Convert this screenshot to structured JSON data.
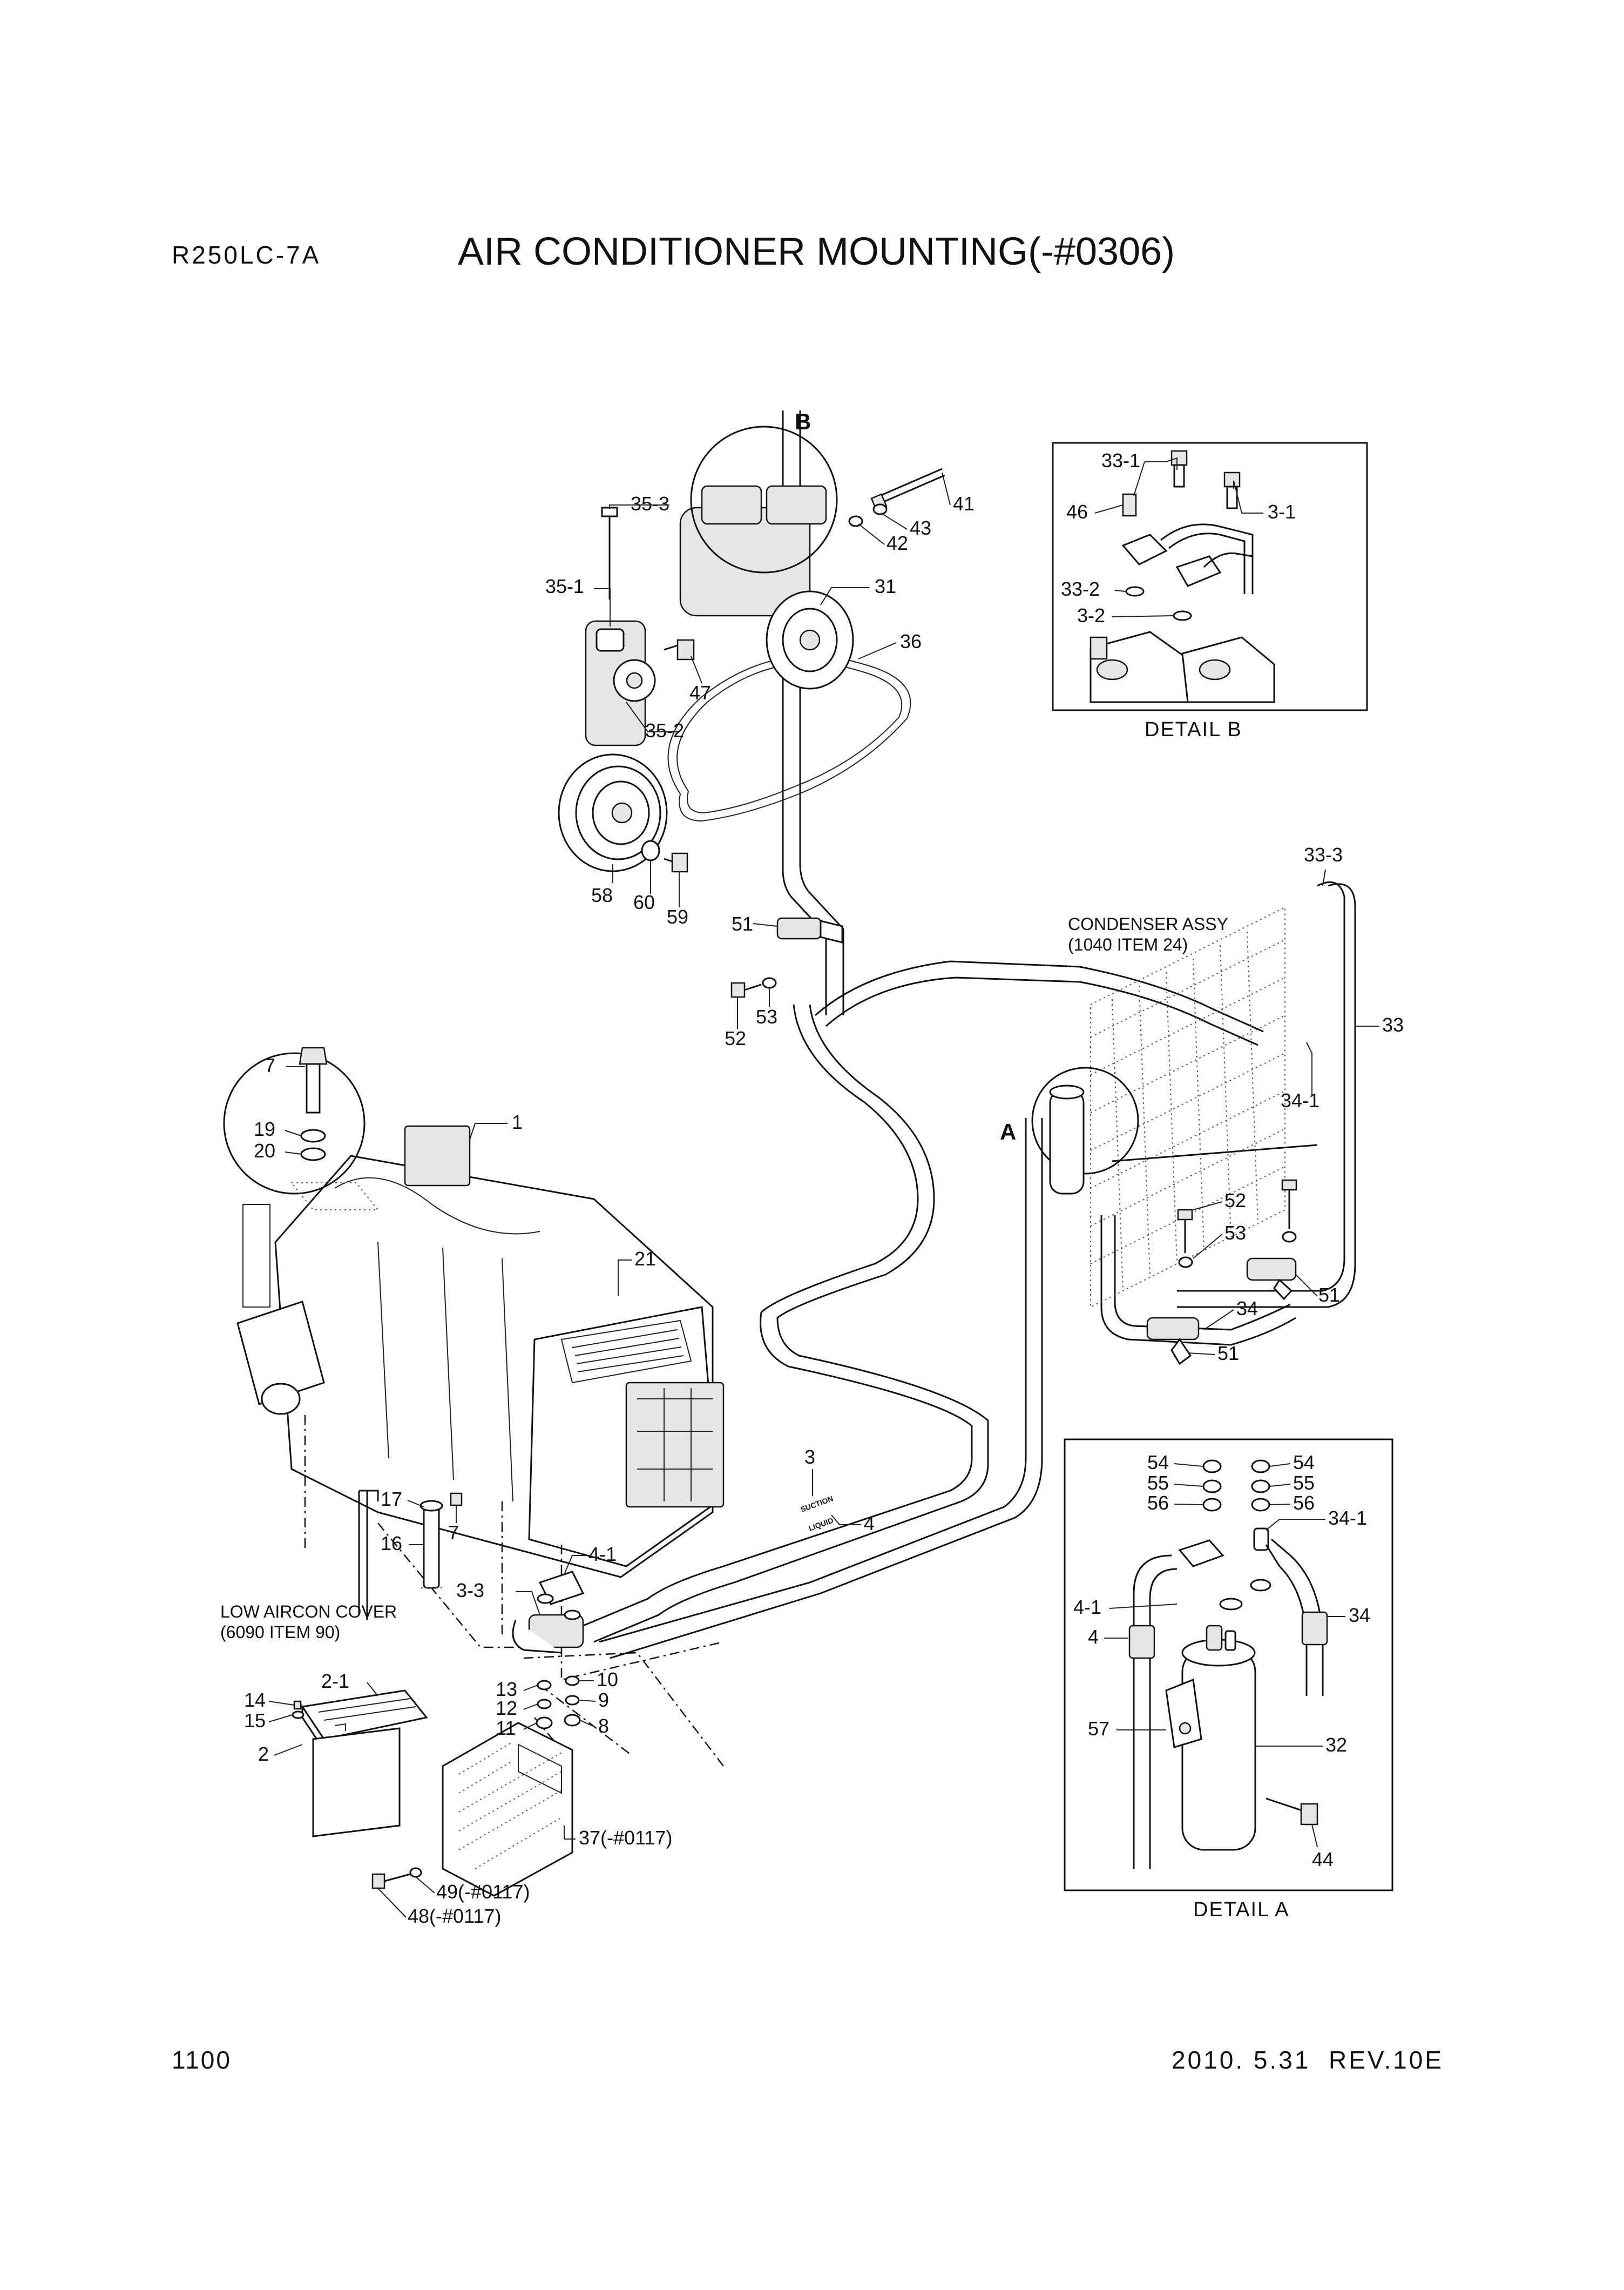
{
  "header": {
    "model": "R250LC-7A",
    "title": "AIR CONDITIONER MOUNTING(-#0306)"
  },
  "footer": {
    "page_number": "1100",
    "revision": "2010. 5.31  REV.10E"
  },
  "notes": {
    "condenser": [
      "CONDENSER ASSY",
      "(1040 ITEM 24)"
    ],
    "cover": [
      "LOW AIRCON COVER",
      "(6090 ITEM 90)"
    ]
  },
  "details": {
    "detail_a_label": "DETAIL A",
    "detail_b_label": "DETAIL B",
    "marker_a": "A",
    "marker_b": "B"
  },
  "callouts": {
    "c1": "1",
    "c2": "2",
    "c2_1": "2-1",
    "c3": "3",
    "c3_3": "3-3",
    "c4": "4",
    "c4_1": "4-1",
    "c7a": "7",
    "c7b": "7",
    "c8": "8",
    "c9": "9",
    "c10": "10",
    "c11": "11",
    "c12": "12",
    "c13": "13",
    "c14": "14",
    "c15": "15",
    "c16": "16",
    "c17": "17",
    "c19": "19",
    "c20": "20",
    "c21": "21",
    "c31": "31",
    "c33_3": "33-3",
    "c33": "33",
    "c34_1": "34-1",
    "c34": "34",
    "c35_1": "35-1",
    "c35_2": "35-2",
    "c35_3": "35-3",
    "c36": "36",
    "c37": "37(-#0117)",
    "c41": "41",
    "c42": "42",
    "c43": "43",
    "c47": "47",
    "c48": "48(-#0117)",
    "c49": "49(-#0117)",
    "c51a": "51",
    "c51b": "51",
    "c51c": "51",
    "c52a": "52",
    "c52b": "52",
    "c53a": "53",
    "c53b": "53",
    "c58": "58",
    "c59": "59",
    "c60": "60",
    "b33_1": "33-1",
    "b46": "46",
    "b3_1": "3-1",
    "b33_2": "33-2",
    "b3_2": "3-2",
    "a54a": "54",
    "a54b": "54",
    "a55a": "55",
    "a55b": "55",
    "a56a": "56",
    "a56b": "56",
    "a34_1": "34-1",
    "a4_1": "4-1",
    "a4": "4",
    "a34": "34",
    "a57": "57",
    "a32": "32",
    "a44": "44"
  },
  "hose_labels": {
    "suction": "SUCTION",
    "liquid": "LIQUID"
  }
}
